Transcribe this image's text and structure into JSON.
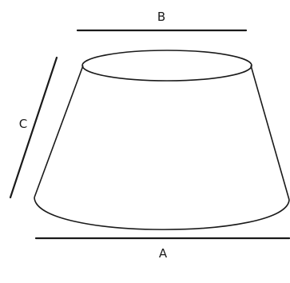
{
  "diagram": {
    "labels": {
      "top": "B",
      "side": "C",
      "bottom": "A"
    }
  },
  "colors": {
    "stroke": "#1a1a1a",
    "background": "#ffffff"
  }
}
